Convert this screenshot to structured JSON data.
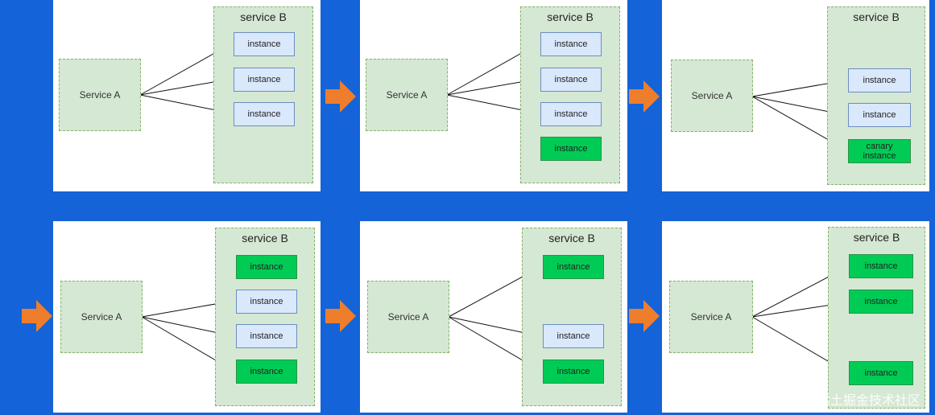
{
  "panels": [
    {
      "service_a": "Service A",
      "service_b": "service B",
      "instances": [
        {
          "label": "instance",
          "kind": "old"
        },
        {
          "label": "instance",
          "kind": "old"
        },
        {
          "label": "instance",
          "kind": "old"
        }
      ]
    },
    {
      "service_a": "Service A",
      "service_b": "service B",
      "instances": [
        {
          "label": "instance",
          "kind": "old"
        },
        {
          "label": "instance",
          "kind": "old"
        },
        {
          "label": "instance",
          "kind": "old"
        },
        {
          "label": "instance",
          "kind": "new"
        }
      ]
    },
    {
      "service_a": "Service A",
      "service_b": "service B",
      "instances": [
        {
          "label": "instance",
          "kind": "old"
        },
        {
          "label": "instance",
          "kind": "old"
        },
        {
          "label": "canary instance",
          "kind": "new"
        }
      ]
    },
    {
      "service_a": "Service A",
      "service_b": "service B",
      "instances": [
        {
          "label": "instance",
          "kind": "new"
        },
        {
          "label": "instance",
          "kind": "old"
        },
        {
          "label": "instance",
          "kind": "old"
        },
        {
          "label": "instance",
          "kind": "new"
        }
      ]
    },
    {
      "service_a": "Service A",
      "service_b": "service B",
      "instances": [
        {
          "label": "instance",
          "kind": "new"
        },
        {
          "label": "instance",
          "kind": "old"
        },
        {
          "label": "instance",
          "kind": "new"
        }
      ]
    },
    {
      "service_a": "Service A",
      "service_b": "service B",
      "instances": [
        {
          "label": "instance",
          "kind": "new"
        },
        {
          "label": "instance",
          "kind": "new"
        },
        {
          "label": "instance",
          "kind": "new"
        }
      ]
    }
  ],
  "watermark": "@稀土掘金技术社区",
  "colors": {
    "background": "#1463d8",
    "service_fill": "#d5e8d4",
    "old_instance": "#dae8fc",
    "new_instance": "#00cc55",
    "flow_arrow": "#ee7d2c"
  }
}
